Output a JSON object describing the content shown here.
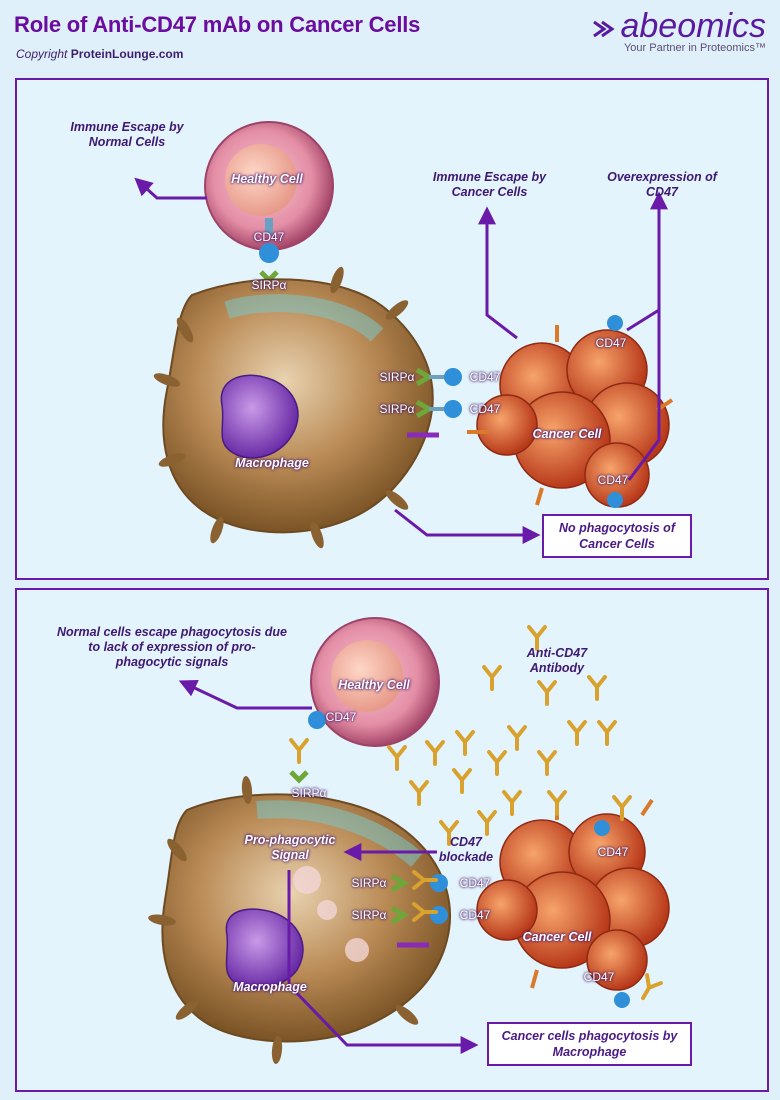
{
  "header": {
    "title": "Role of Anti-CD47 mAb on Cancer Cells",
    "copyright_prefix": "Copyright ",
    "copyright_source": "ProteinLounge.com",
    "logo_word": "abeomics",
    "logo_tagline": "Your Partner in Proteomics™"
  },
  "panel1": {
    "immune_escape_normal": "Immune Escape by Normal Cells",
    "healthy_cell": "Healthy Cell",
    "cd47": "CD47",
    "sirpa": "SIRPα",
    "immune_escape_cancer": "Immune Escape by Cancer Cells",
    "overexpression": "Overexpression of CD47",
    "macrophage": "Macrophage",
    "cancer_cell": "Cancer Cell",
    "no_phagocytosis": "No phagocytosis of Cancer Cells"
  },
  "panel2": {
    "normal_escape": "Normal cells escape phagocytosis due to lack of expression of pro-phagocytic signals",
    "healthy_cell": "Healthy Cell",
    "cd47": "CD47",
    "sirpa": "SIRPα",
    "anti_cd47": "Anti-CD47 Antibody",
    "pro_phagocytic": "Pro-phagocytic Signal",
    "cd47_blockade": "CD47 blockade",
    "macrophage": "Macrophage",
    "cancer_cell": "Cancer Cell",
    "phagocytosis": "Cancer cells phagocytosis by Macrophage"
  },
  "colors": {
    "accent": "#6a1aa8",
    "cd47": "#2f8fd8",
    "sirpa": "#6fa63a",
    "antibody": "#d9a22e",
    "cancer": "#d9542b"
  }
}
